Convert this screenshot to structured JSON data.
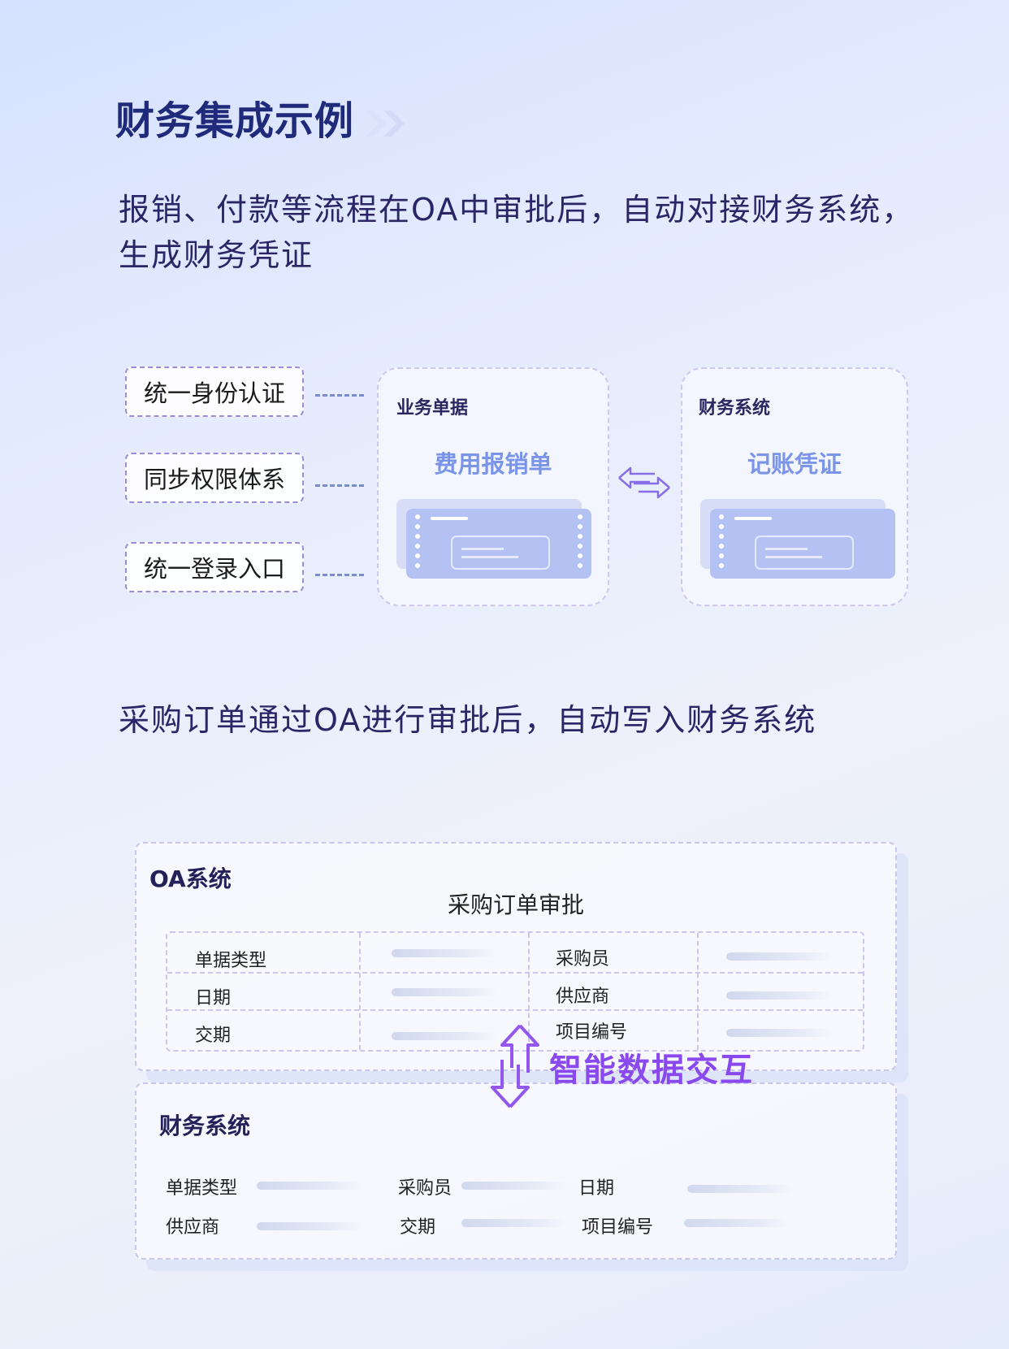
{
  "header": {
    "title": "财务集成示例"
  },
  "section1": {
    "description": "报销、付款等流程在OA中审批后，自动对接财务系统，生成财务凭证",
    "features": [
      "统一身份认证",
      "同步权限体系",
      "统一登录入口"
    ],
    "left_card": {
      "label": "业务单据",
      "title": "费用报销单"
    },
    "right_card": {
      "label": "财务系统",
      "title": "记账凭证"
    }
  },
  "section2": {
    "description": "采购订单通过OA进行审批后，自动写入财务系统",
    "oa_panel": {
      "label": "OA系统",
      "title": "采购订单审批",
      "rows": [
        {
          "left": "单据类型",
          "right": "采购员"
        },
        {
          "left": "日期",
          "right": "供应商"
        },
        {
          "left": "交期",
          "right": "项目编号"
        }
      ]
    },
    "exchange_label": "智能数据交互",
    "finance_panel": {
      "label": "财务系统",
      "rows": [
        [
          "单据类型",
          "采购员",
          "日期"
        ],
        [
          "供应商",
          "交期",
          "项目编号"
        ]
      ]
    }
  },
  "colors": {
    "accent": "#8a49ee",
    "title": "#1f2a7a",
    "card_text": "#7a94ea"
  }
}
